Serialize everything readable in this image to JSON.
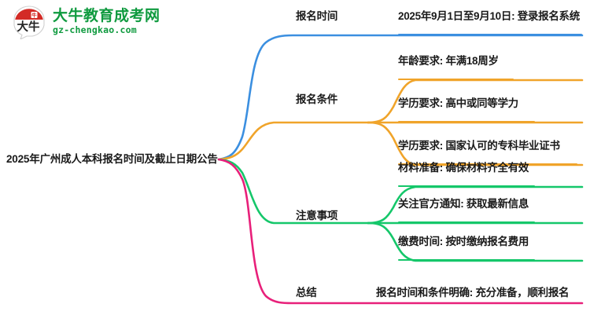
{
  "logo": {
    "name": "大牛教育成考网",
    "domain": "gz-chengkao.com",
    "mark_text": "大牛",
    "title_color": "#0f9a3f",
    "mark_top_color": "#d32b26"
  },
  "mindmap": {
    "root": {
      "label": "2025年广州成人本科报名时间及截止日期公告"
    },
    "branches": [
      {
        "label": "报名时间",
        "color": "#3b8fe0",
        "leaves": [
          {
            "text": "2025年9月1日至9月10日: 登录报名系统"
          }
        ]
      },
      {
        "label": "报名条件",
        "color": "#f0a42a",
        "leaves": [
          {
            "text": "年龄要求: 年满18周岁"
          },
          {
            "text": "学历要求: 高中或同等学力"
          },
          {
            "text": "学历要求: 国家认可的专科毕业证书"
          }
        ]
      },
      {
        "label": "注意事项",
        "color": "#15c76a",
        "leaves": [
          {
            "text": "材料准备: 确保材料齐全有效"
          },
          {
            "text": "关注官方通知: 获取最新信息"
          },
          {
            "text": "缴费时间: 按时缴纳报名费用"
          }
        ]
      },
      {
        "label": "总结",
        "color": "#e8207a",
        "leaves": [
          {
            "text": "报名时间和条件明确: 充分准备，顺利报名"
          }
        ]
      }
    ]
  }
}
